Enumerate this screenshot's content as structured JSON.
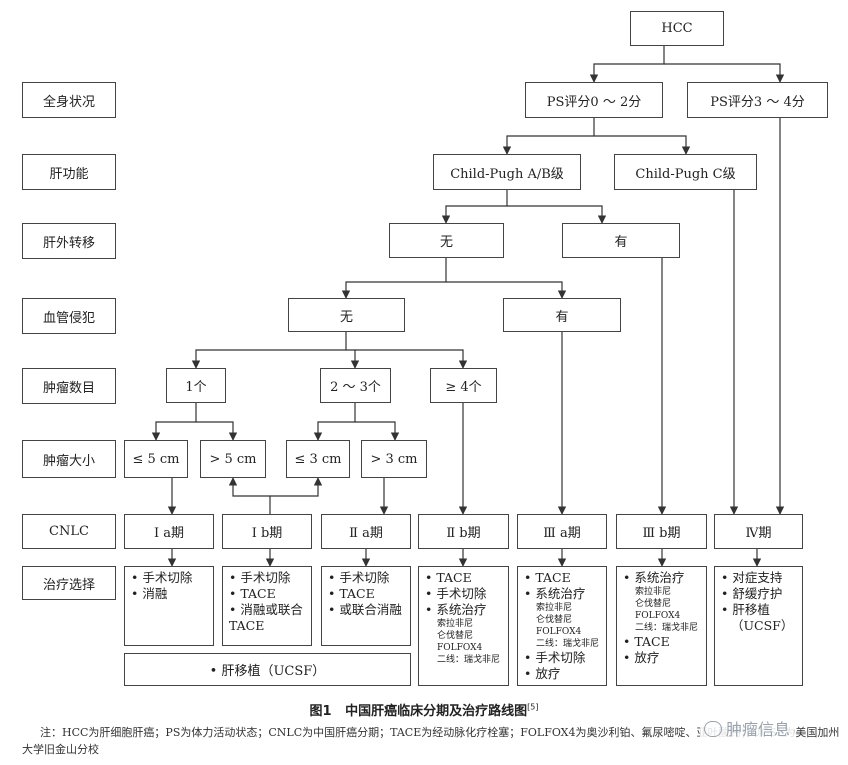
{
  "diagram": {
    "root": "HCC",
    "row_labels": {
      "general": "全身状况",
      "liver": "肝功能",
      "metastasis": "肝外转移",
      "vascular": "血管侵犯",
      "number": "肿瘤数目",
      "size": "肿瘤大小",
      "cnlc": "CNLC",
      "treatment": "治疗选择"
    },
    "ps": {
      "good": "PS评分0 ～ 2分",
      "poor": "PS评分3 ～ 4分"
    },
    "childpugh": {
      "ab": "Child-Pugh A/B级",
      "c": "Child-Pugh C级"
    },
    "metastasis": {
      "no": "无",
      "yes": "有"
    },
    "vascular": {
      "no": "无",
      "yes": "有"
    },
    "number": {
      "one": "1个",
      "two_three": "2 ～ 3个",
      "four_plus": "≥ 4个"
    },
    "size": {
      "le5": "≤ 5 cm",
      "gt5": "> 5 cm",
      "le3": "≤ 3 cm",
      "gt3": "> 3 cm"
    },
    "stages": {
      "ia": "Ⅰ a期",
      "ib": "Ⅰ b期",
      "iia": "Ⅱ a期",
      "iib": "Ⅱ b期",
      "iiia": "Ⅲ a期",
      "iiib": "Ⅲ b期",
      "iv": "Ⅳ期"
    },
    "treatments": {
      "ia": {
        "l1": "• 手术切除",
        "l2": "• 消融"
      },
      "ib": {
        "l1": "• 手术切除",
        "l2": "• TACE",
        "l3": "• 消融或联合",
        "l4": "TACE"
      },
      "iia": {
        "l1": "• 手术切除",
        "l2": "• TACE",
        "l3": "• 或联合消融"
      },
      "iib": {
        "l1": "• TACE",
        "l2": "• 手术切除",
        "l3": "• 系统治疗",
        "s1": "索拉非尼",
        "s2": "仑伐替尼",
        "s3": "FOLFOX4",
        "s4": "二线：瑞戈非尼"
      },
      "iiia": {
        "l1": "• TACE",
        "l2": "• 系统治疗",
        "s1": "索拉非尼",
        "s2": "仑伐替尼",
        "s3": "FOLFOX4",
        "s4": "二线：瑞戈非尼",
        "l3": "• 手术切除",
        "l4": "• 放疗"
      },
      "iiib": {
        "l1": "• 系统治疗",
        "s1": "索拉非尼",
        "s2": "仑伐替尼",
        "s3": "FOLFOX4",
        "s4": "二线：瑞戈非尼",
        "l2": "• TACE",
        "l3": "• 放疗"
      },
      "iv": {
        "l1": "• 对症支持",
        "l2": "• 舒缓疗护",
        "l3": "• 肝移植",
        "l4": "（UCSF）"
      }
    },
    "transplant": "• 肝移植（UCSF）"
  },
  "caption": {
    "fig": "图1",
    "title": "中国肝癌临床分期及治疗路线图",
    "ref": "[5]"
  },
  "note": "注：HCC为肝细胞肝癌；PS为体力活动状态；CNLC为中国肝癌分期；TACE为经动脉化疗栓塞；FOLFOX4为奥沙利铂、氟尿嘧啶、亚叶酸钙；UCSF为美国加州大学旧金山分校",
  "watermark": "肿瘤信息"
}
